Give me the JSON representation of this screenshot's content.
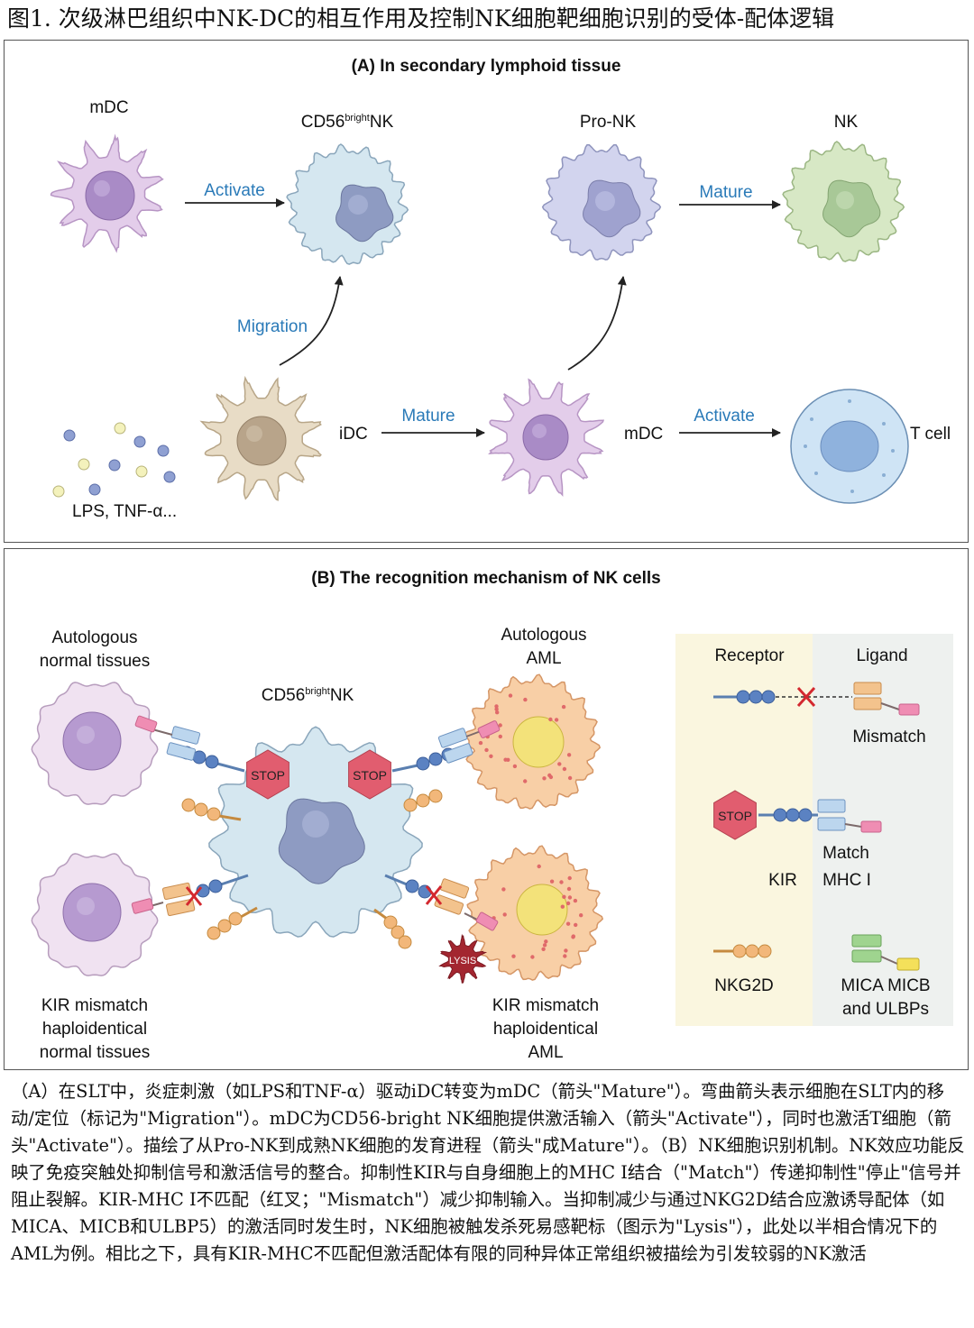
{
  "figure_title": "图1. 次级淋巴组织中NK-DC的相互作用及控制NK细胞靶细胞识别的受体-配体逻辑",
  "panel_a": {
    "title": "(A)  In secondary lymphoid tissue",
    "cells": {
      "mdc_top": "mDC",
      "cd56_prefix": "CD56",
      "cd56_sup": "bright",
      "cd56_suffix": "NK",
      "pro_nk": "Pro-NK",
      "nk": "NK",
      "idc": "iDC",
      "mdc_bottom": "mDC",
      "t_cell": "T cell"
    },
    "arrows": {
      "activate_top": "Activate",
      "mature_top": "Mature",
      "migration": "Migration",
      "mature_bottom": "Mature",
      "activate_bottom": "Activate"
    },
    "stimuli": "LPS, TNF-α..."
  },
  "panel_b": {
    "title": "(B)  The recognition mechanism of NK cells",
    "labels": {
      "auto_normal_1": "Autologous",
      "auto_normal_2": "normal tissues",
      "auto_aml_1": "Autologous",
      "auto_aml_2": "AML",
      "cd56_prefix": "CD56",
      "cd56_sup": "bright",
      "cd56_suffix": "NK",
      "kir_normal_1": "KIR mismatch",
      "kir_normal_2": "haploidentical",
      "kir_normal_3": "normal tissues",
      "kir_aml_1": "KIR mismatch",
      "kir_aml_2": "haploidentical",
      "kir_aml_3": "AML",
      "stop_1": "STOP",
      "stop_2": "STOP",
      "lysis": "LYSIS"
    },
    "legend": {
      "receptor": "Receptor",
      "ligand": "Ligand",
      "mismatch": "Mismatch",
      "stop": "STOP",
      "match": "Match",
      "kir": "KIR",
      "mhc": "MHC I",
      "nkg2d": "NKG2D",
      "mica_1": "MICA MICB",
      "mica_2": "and ULBPs"
    }
  },
  "caption": "（A）在SLT中，炎症刺激（如LPS和TNF-α）驱动iDC转变为mDC（箭头\"Mature\"）。弯曲箭头表示细胞在SLT内的移动/定位（标记为\"Migration\"）。mDC为CD56-bright NK细胞提供激活输入（箭头\"Activate\"），同时也激活T细胞（箭头\"Activate\"）。描绘了从Pro-NK到成熟NK细胞的发育进程（箭头\"成Mature\"）。（B）NK细胞识别机制。NK效应功能反映了免疫突触处抑制信号和激活信号的整合。抑制性KIR与自身细胞上的MHC I结合（\"Match\"）传递抑制性\"停止\"信号并阻止裂解。KIR-MHC I不匹配（红叉；\"Mismatch\"）减少抑制输入。当抑制减少与通过NKG2D结合应激诱导配体（如MICA、MICB和ULBP5）的激活同时发生时，NK细胞被触发杀死易感靶标（图示为\"Lysis\"），此处以半相合情况下的AML为例。相比之下，具有KIR-MHC不匹配但激活配体有限的同种异体正常组织被描绘为引发较弱的NK激活",
  "colors": {
    "arrow_label": "#2a7ab8",
    "mdc": "#e3cdea",
    "nk_bright": "#d5e7f0",
    "pro_nk": "#d2d4ee",
    "nk_mature": "#d7e8c5",
    "idc": "#e8dcc6",
    "t_cell": "#cfe4f5",
    "aml": "#f8cfa6",
    "stop": "#e15d6f",
    "lysis": "#a32630",
    "legend_left_bg": "#faf6df",
    "legend_right_bg": "#eef1ef"
  }
}
